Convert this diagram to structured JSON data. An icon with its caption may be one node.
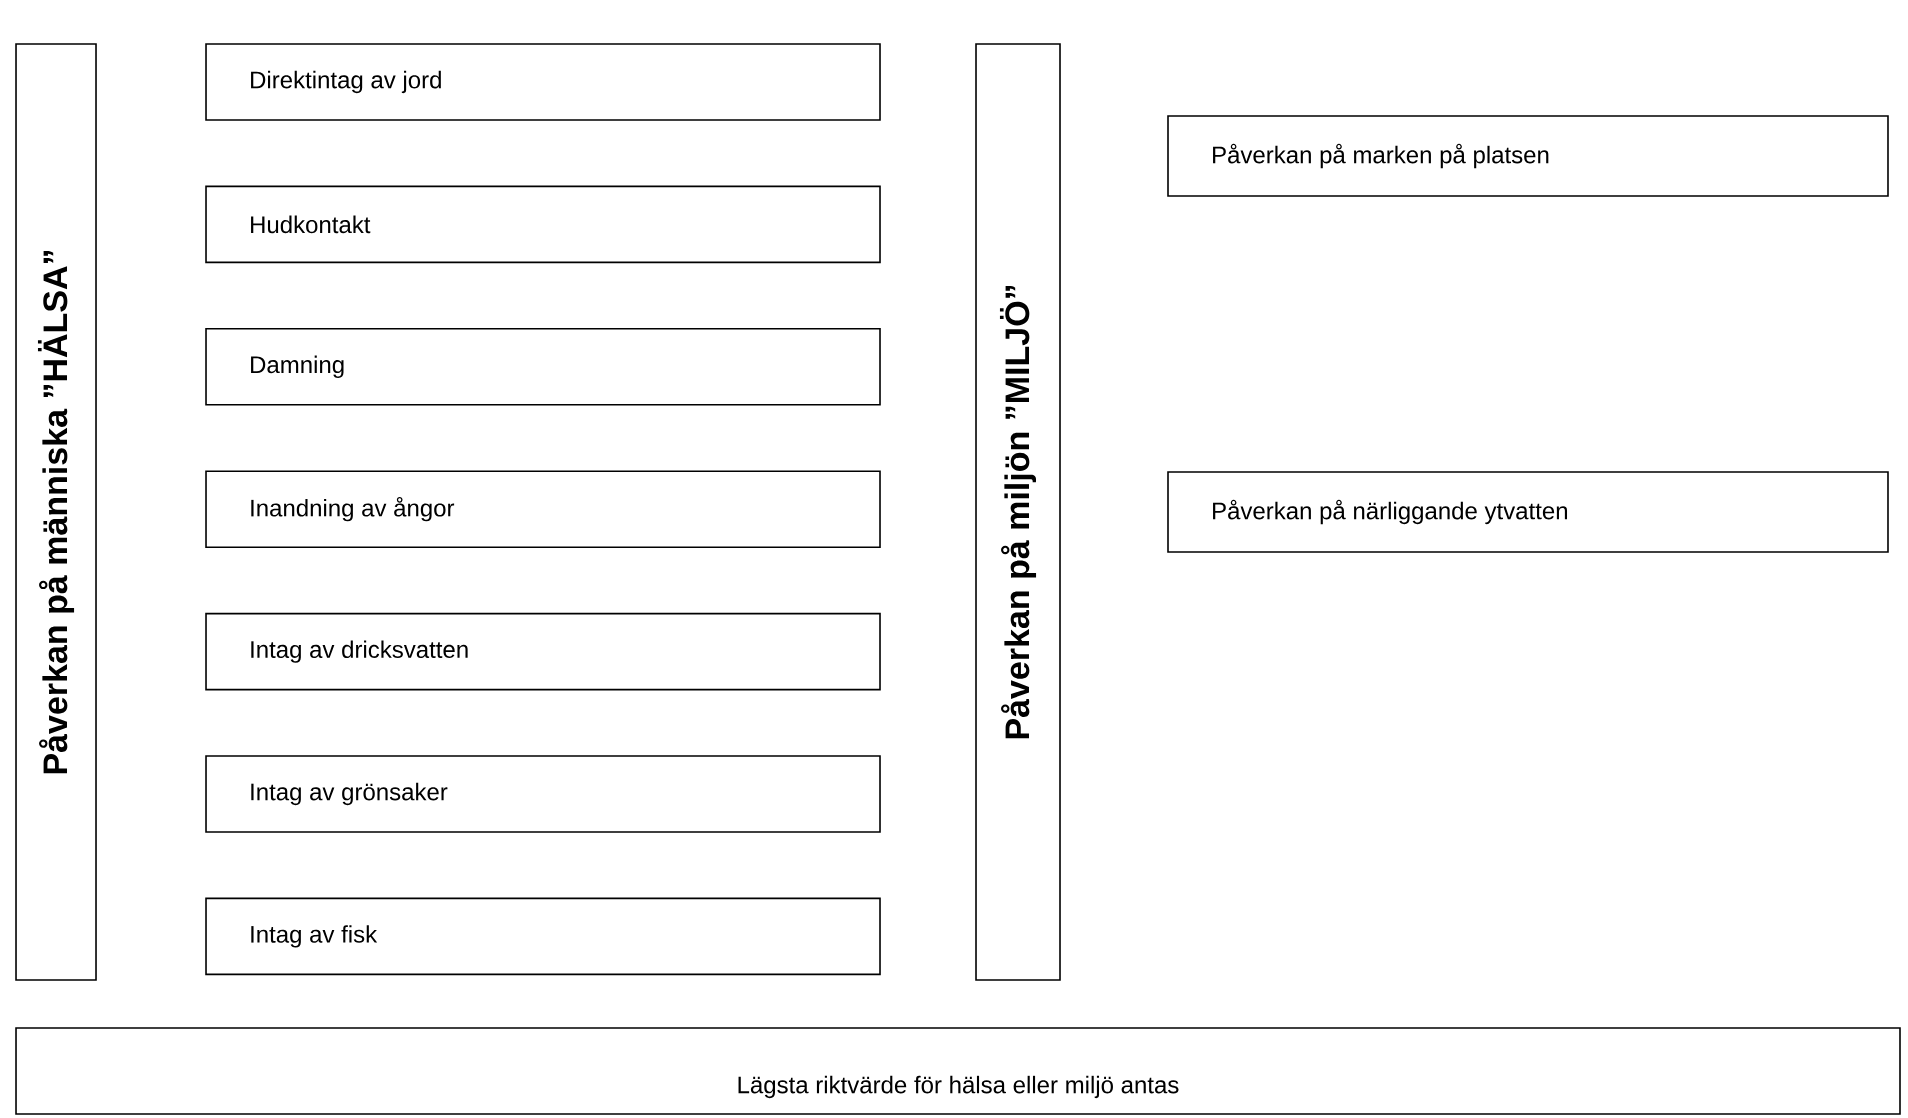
{
  "diagram": {
    "nodes": [
      {
        "text": [
          "Påverkan på människa ”HÄLSA”"
        ]
      },
      {
        "text": [
          "Direktintag av jord"
        ]
      },
      {
        "text": [
          "Hudkontakt"
        ]
      },
      {
        "text": [
          "Damning"
        ]
      },
      {
        "text": [
          "Inandning av ångor"
        ]
      },
      {
        "text": [
          "Intag av dricksvatten"
        ]
      },
      {
        "text": [
          "Intag av grönsaker"
        ]
      },
      {
        "text": [
          "Intag av fisk"
        ]
      },
      {
        "text": [
          "Påverkan på miljön ”MILJÖ”"
        ]
      },
      {
        "text": [
          "Påverkan på marken på platsen"
        ]
      },
      {
        "text": [
          "Påverkan på närliggande ytvatten"
        ]
      },
      {
        "text": [
          "Lägsta riktvärde för hälsa eller miljö antas"
        ]
      }
    ]
  }
}
